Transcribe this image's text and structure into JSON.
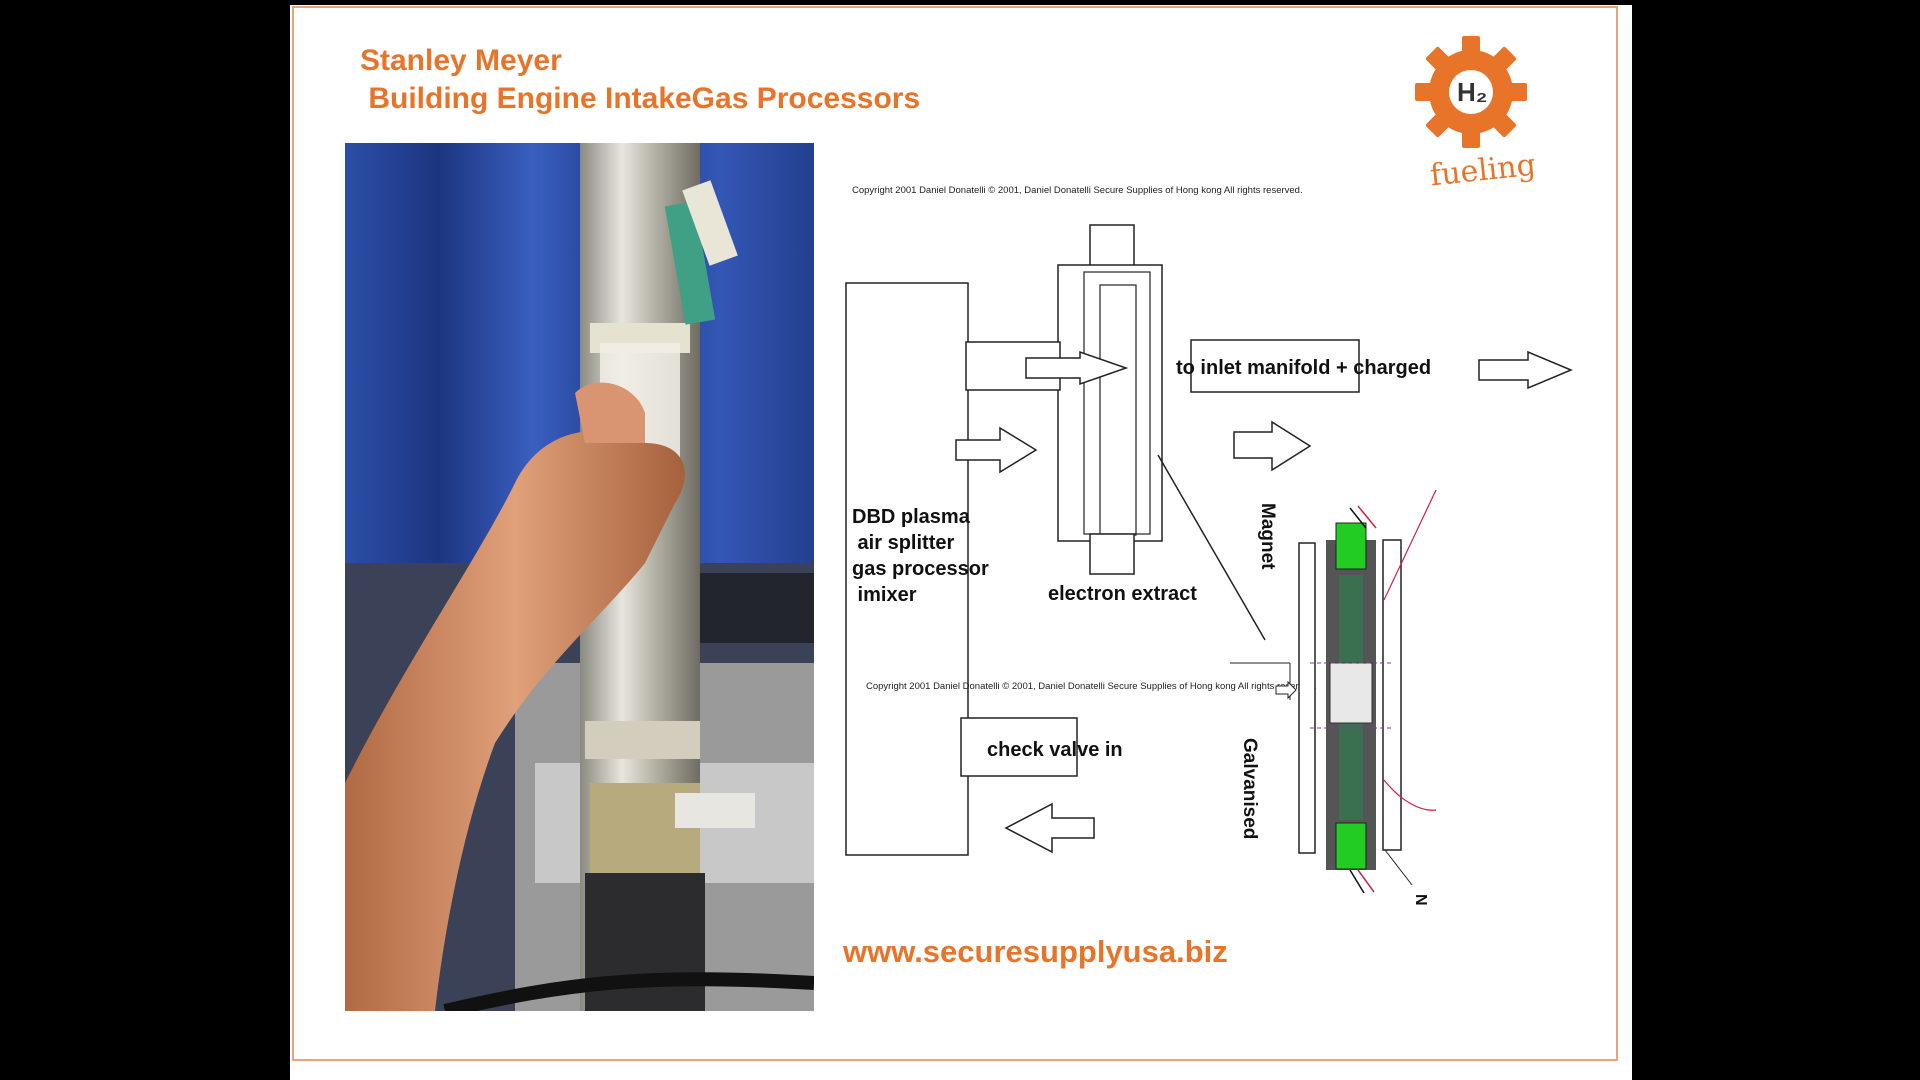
{
  "title": {
    "line1": "Stanley Meyer",
    "line2": " Building Engine IntakeGas Processors"
  },
  "logo": {
    "text": "fueling",
    "badge": "H₂",
    "colors": {
      "gear": "#e8742a"
    }
  },
  "copyright": {
    "top": "Copyright 2001 Daniel Donatelli    © 2001, Daniel Donatelli Secure Supplies   of Hong kong    All rights reserved.",
    "mid": "Copyright 2001 Daniel Donatelli   © 2001, Daniel Donatelli Secure Supplies   of Hong kong    All rights reserved."
  },
  "diagram": {
    "inlet_label": "to inlet manifold + charged",
    "dbd_lines": [
      "DBD plasma",
      " air splitter",
      "gas processor",
      " imixer"
    ],
    "electron_label": "electron extract",
    "check_valve_label": "check valve in",
    "magnet_label": "Magnet",
    "galvanised_label": "Galvanised",
    "n_label": "N"
  },
  "url": "www.securesupplyusa.biz",
  "colors": {
    "accent": "#e8742a",
    "frame": "#e9a27a",
    "cell_green": "#22cc22"
  }
}
